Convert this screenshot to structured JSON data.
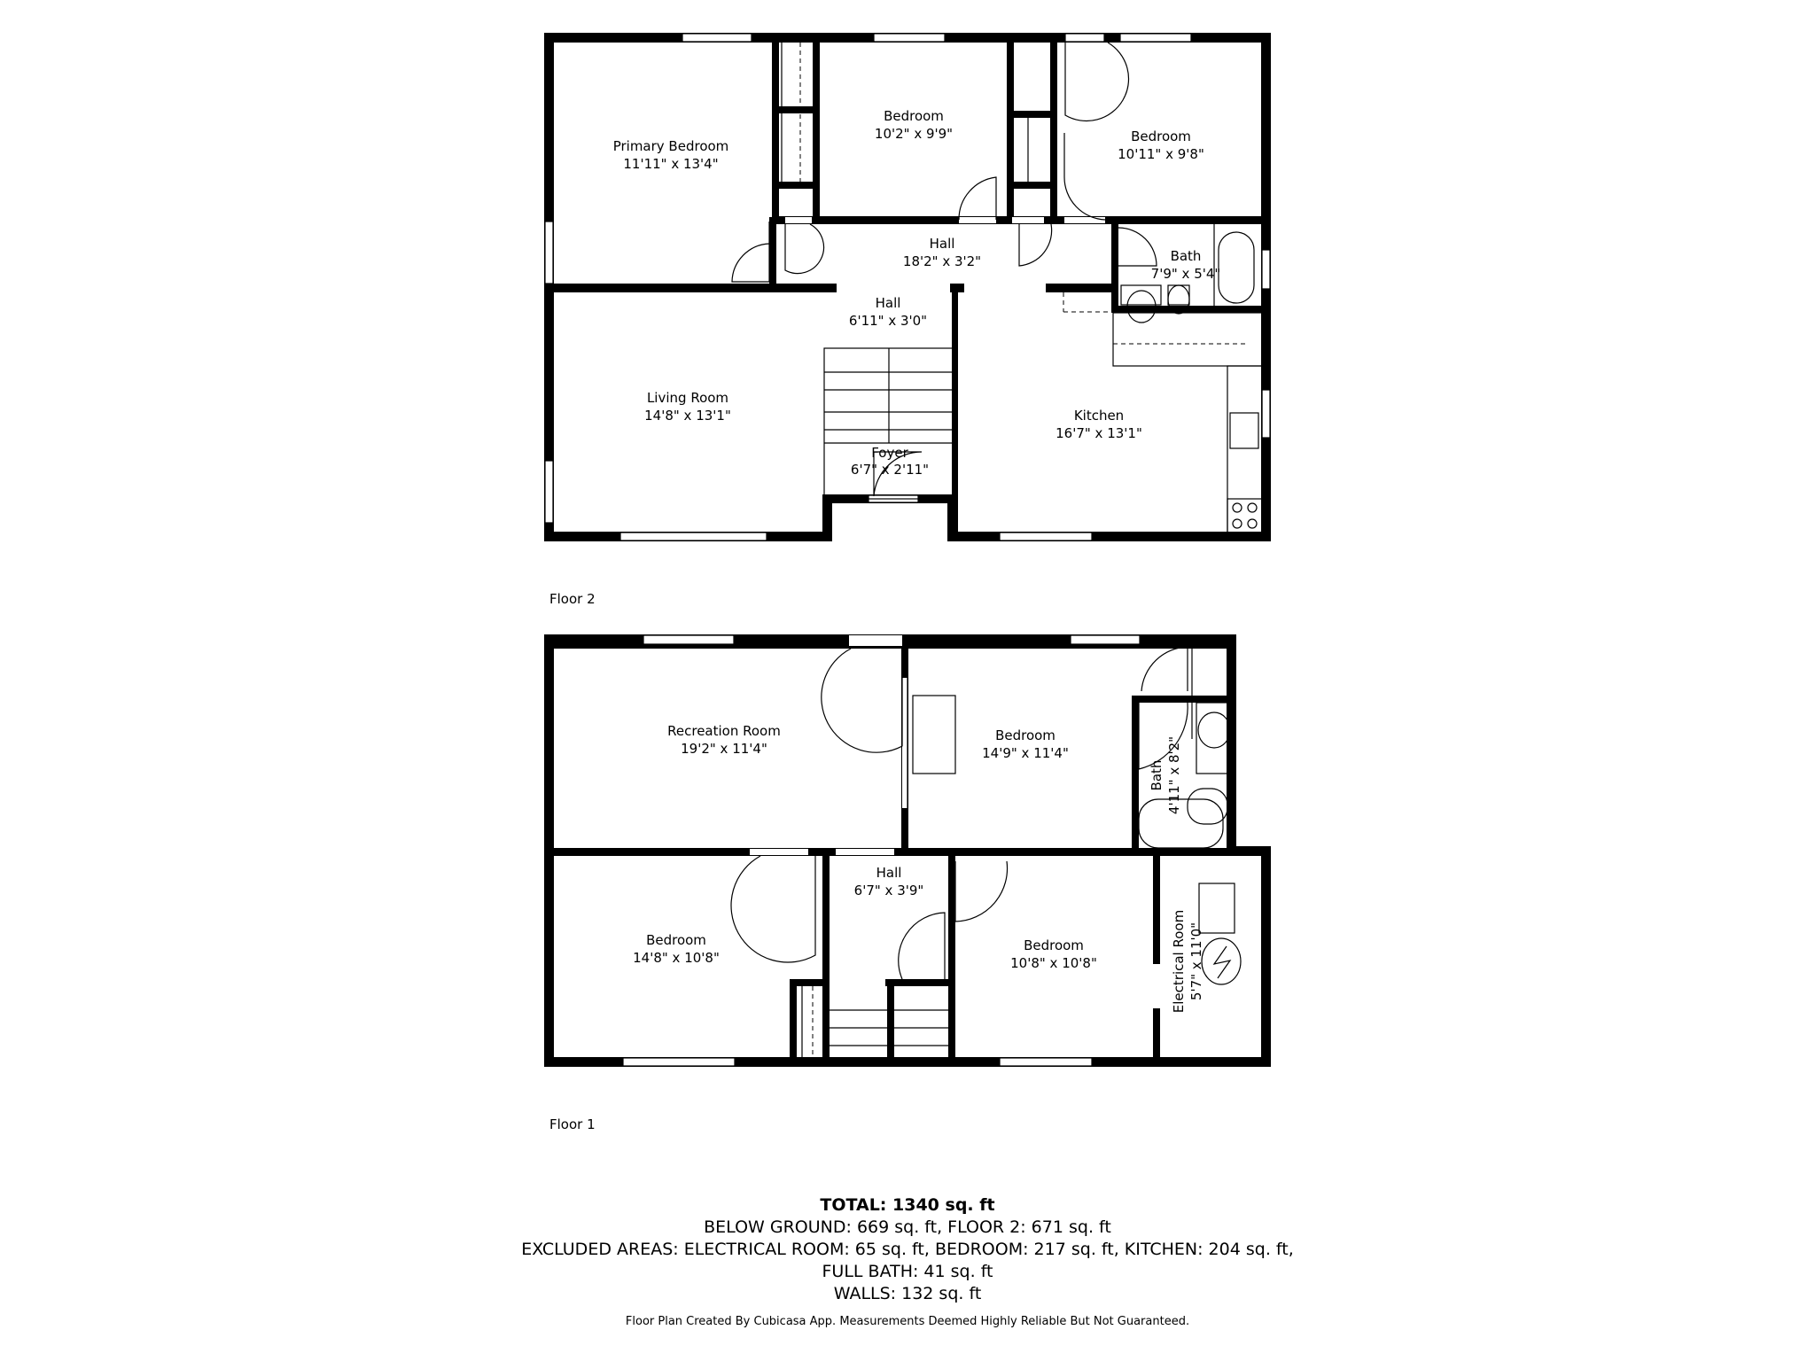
{
  "floors": [
    {
      "label": "Floor 2",
      "rooms": [
        {
          "name": "Primary Bedroom",
          "dims": "11'11\" x 13'4\""
        },
        {
          "name": "Bedroom",
          "dims": "10'2\" x 9'9\""
        },
        {
          "name": "Bedroom",
          "dims": "10'11\" x 9'8\""
        },
        {
          "name": "Hall",
          "dims": "18'2\" x 3'2\""
        },
        {
          "name": "Bath",
          "dims": "7'9\" x 5'4\""
        },
        {
          "name": "Hall",
          "dims": "6'11\" x 3'0\""
        },
        {
          "name": "Living Room",
          "dims": "14'8\" x 13'1\""
        },
        {
          "name": "Foyer",
          "dims": "6'7\" x 2'11\""
        },
        {
          "name": "Kitchen",
          "dims": "16'7\" x 13'1\""
        }
      ]
    },
    {
      "label": "Floor 1",
      "rooms": [
        {
          "name": "Recreation Room",
          "dims": "19'2\" x 11'4\""
        },
        {
          "name": "Bedroom",
          "dims": "14'9\" x 11'4\""
        },
        {
          "name": "Bath",
          "dims": "4'11\" x 8'2\""
        },
        {
          "name": "Hall",
          "dims": "6'7\" x 3'9\""
        },
        {
          "name": "Bedroom",
          "dims": "14'8\" x 10'8\""
        },
        {
          "name": "Bedroom",
          "dims": "10'8\" x 10'8\""
        },
        {
          "name": "Electrical Room",
          "dims": "5'7\" x 11'0\""
        }
      ]
    }
  ],
  "summary": {
    "total": "TOTAL: 1340 sq. ft",
    "line1": "BELOW GROUND: 669 sq. ft, FLOOR 2: 671 sq. ft",
    "line2": "EXCLUDED AREAS: ELECTRICAL ROOM: 65 sq. ft, BEDROOM: 217 sq. ft, KITCHEN: 204 sq. ft,",
    "line3": "FULL BATH: 41 sq. ft",
    "line4": "WALLS: 132 sq. ft"
  },
  "credit": "Floor Plan Created By Cubicasa App. Measurements Deemed Highly Reliable But Not Guaranteed."
}
